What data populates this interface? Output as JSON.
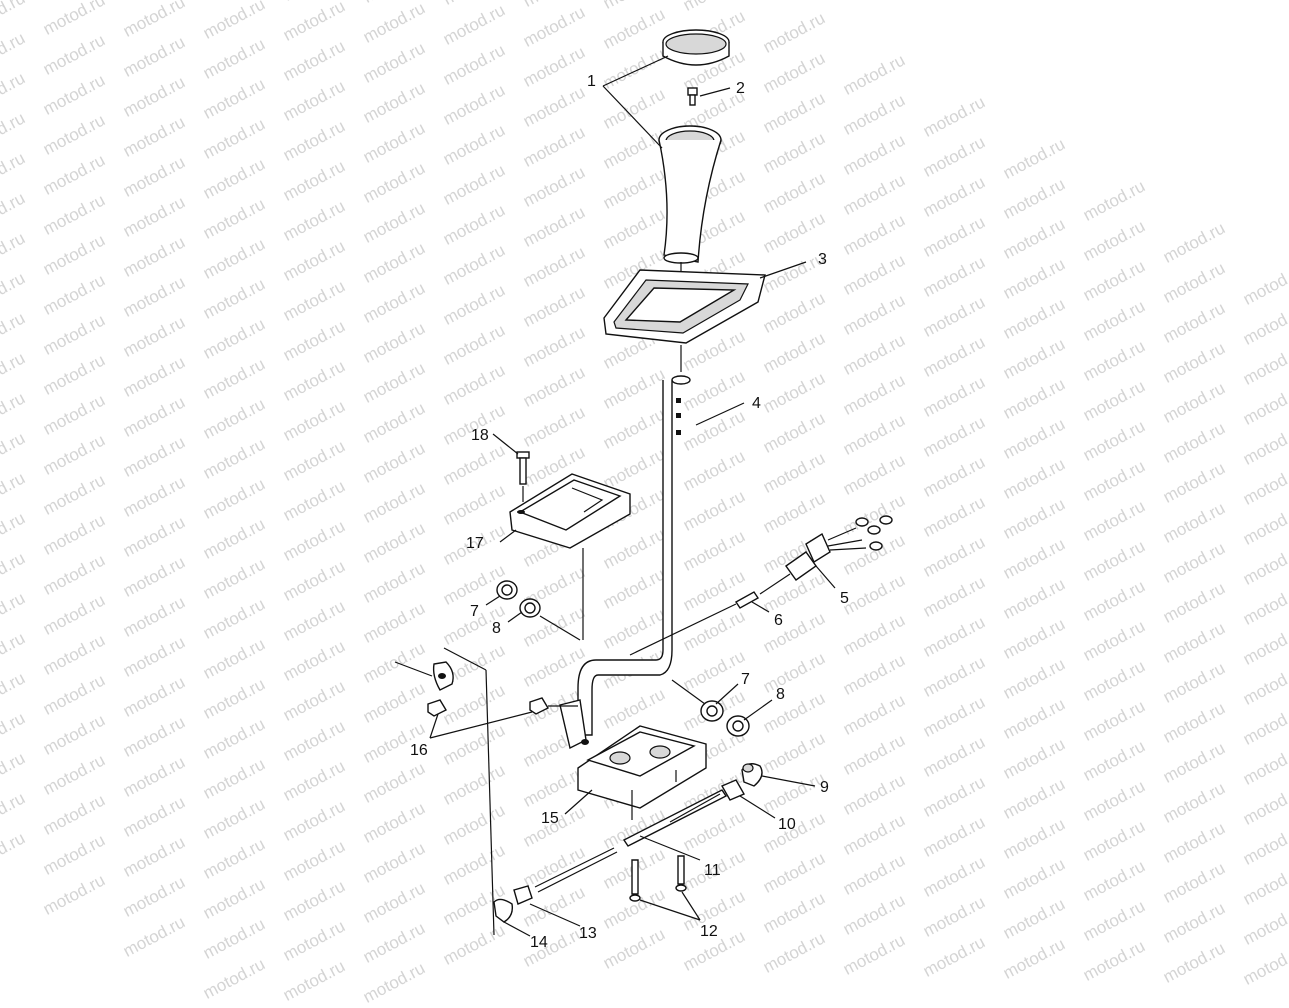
{
  "watermark": "motod.ru",
  "callouts": [
    "1",
    "2",
    "3",
    "4",
    "5",
    "6",
    "7",
    "8",
    "7",
    "8",
    "9",
    "10",
    "11",
    "12",
    "13",
    "14",
    "15",
    "16",
    "17",
    "18"
  ]
}
